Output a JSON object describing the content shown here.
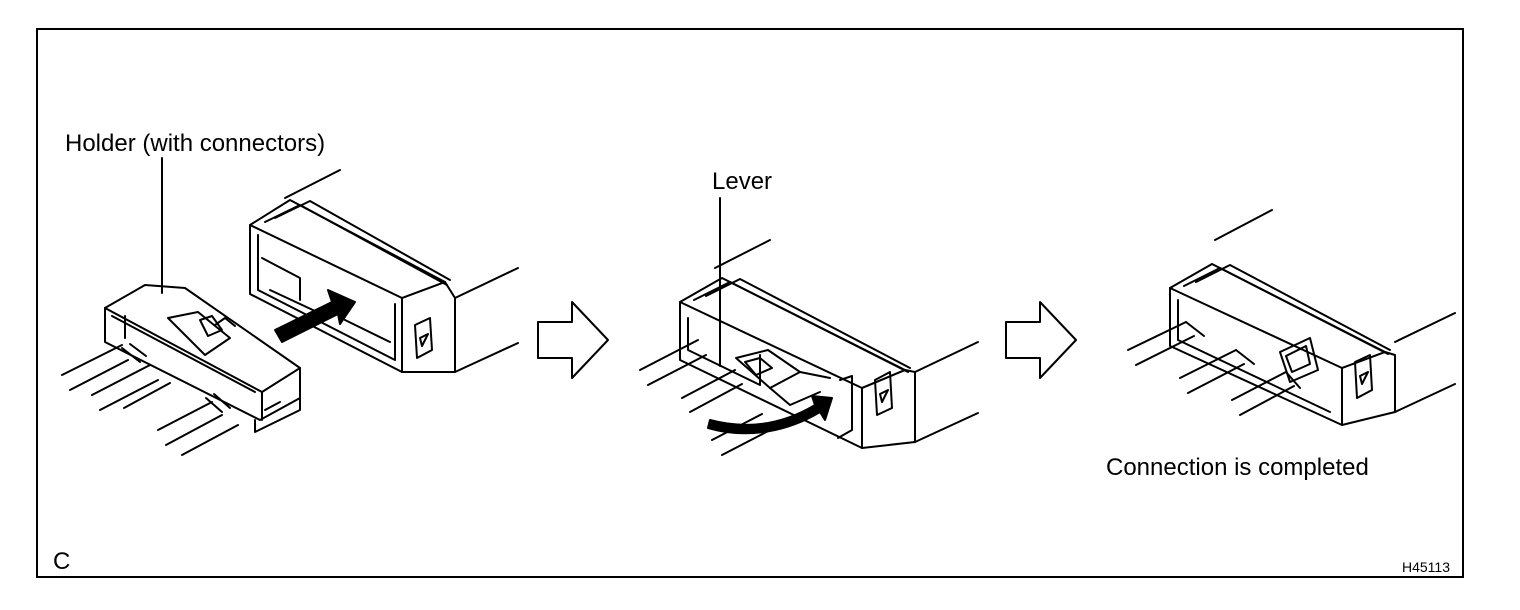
{
  "labels": {
    "holder": "Holder (with connectors)",
    "lever": "Lever",
    "completed": "Connection is completed",
    "panel_letter": "C",
    "figure_code": "H45113"
  },
  "icons": [
    "push-arrow-icon",
    "step-arrow-icon",
    "rotate-arrow-icon"
  ],
  "colors": {
    "line": "#000000",
    "background": "#ffffff"
  }
}
